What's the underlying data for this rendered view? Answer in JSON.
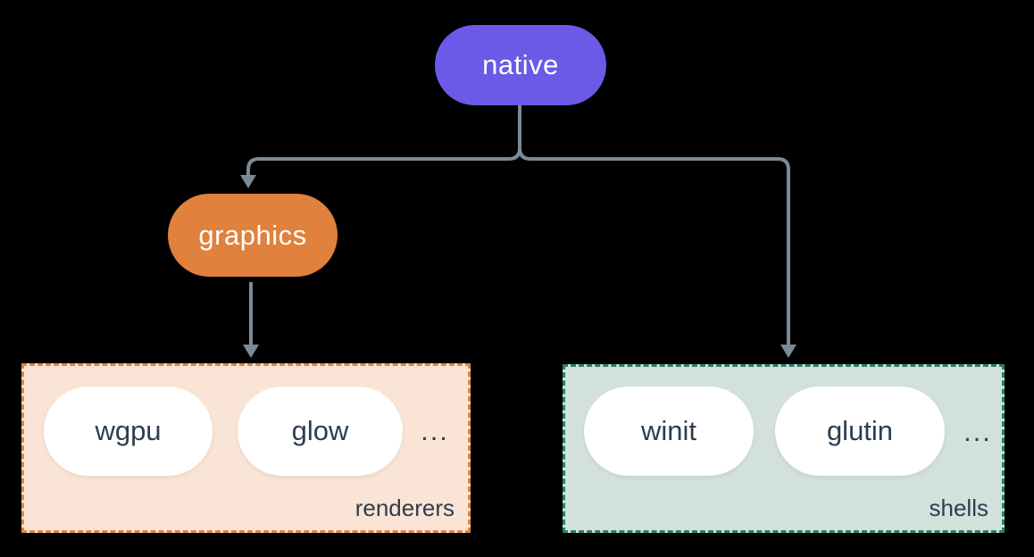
{
  "diagram": {
    "nodes": {
      "native": {
        "label": "native"
      },
      "graphics": {
        "label": "graphics"
      }
    },
    "groups": {
      "renderers": {
        "label": "renderers",
        "items": [
          "wgpu",
          "glow"
        ],
        "ellipsis": "..."
      },
      "shells": {
        "label": "shells",
        "items": [
          "winit",
          "glutin"
        ],
        "ellipsis": "..."
      }
    }
  },
  "colors": {
    "background": "#000000",
    "line": "#7B8A97",
    "native_fill": "#6B5AE7",
    "graphics_fill": "#E0813D",
    "node_text": "#FFFFFF",
    "pill_fill": "#FFFFFF",
    "pill_text": "#2D3E4F",
    "label_text": "#2D3E4F",
    "renderers_fill": "#FAE4D6",
    "renderers_border": "#DF8640",
    "shells_fill": "#D2E1DC",
    "shells_border": "#2D7C6C"
  }
}
